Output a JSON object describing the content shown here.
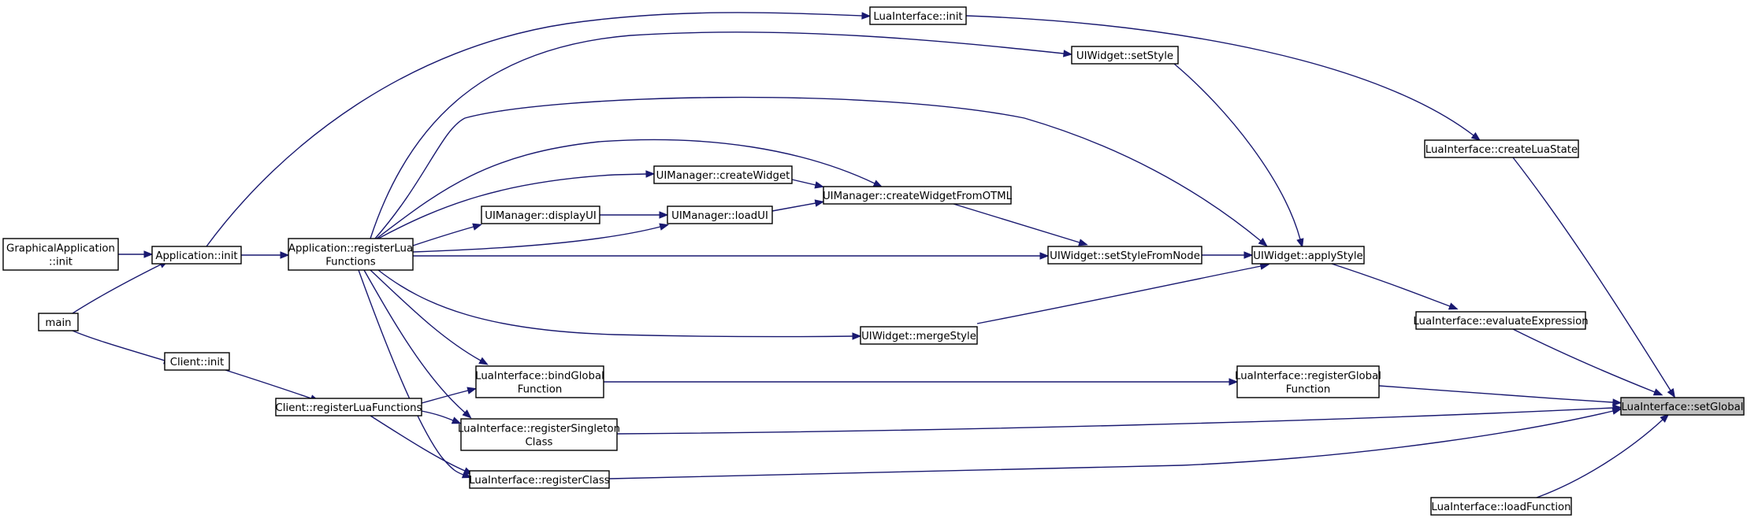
{
  "diagram": {
    "type": "call-graph",
    "edge_color": "#191970",
    "highlight_fill": "#bfbfbf",
    "nodes": [
      {
        "id": "graphical_application_init",
        "lines": [
          "GraphicalApplication",
          "::init"
        ]
      },
      {
        "id": "main",
        "lines": [
          "main"
        ]
      },
      {
        "id": "application_init",
        "lines": [
          "Application::init"
        ]
      },
      {
        "id": "client_init",
        "lines": [
          "Client::init"
        ]
      },
      {
        "id": "application_register_lua_functions",
        "lines": [
          "Application::registerLua",
          "Functions"
        ]
      },
      {
        "id": "client_register_lua_functions",
        "lines": [
          "Client::registerLuaFunctions"
        ]
      },
      {
        "id": "lua_interface_init",
        "lines": [
          "LuaInterface::init"
        ]
      },
      {
        "id": "uiwidget_set_style",
        "lines": [
          "UIWidget::setStyle"
        ]
      },
      {
        "id": "uimanager_create_widget",
        "lines": [
          "UIManager::createWidget"
        ]
      },
      {
        "id": "uimanager_display_ui",
        "lines": [
          "UIManager::displayUI"
        ]
      },
      {
        "id": "uimanager_load_ui",
        "lines": [
          "UIManager::loadUI"
        ]
      },
      {
        "id": "uimanager_create_widget_from_otml",
        "lines": [
          "UIManager::createWidgetFromOTML"
        ]
      },
      {
        "id": "uiwidget_set_style_from_node",
        "lines": [
          "UIWidget::setStyleFromNode"
        ]
      },
      {
        "id": "uiwidget_merge_style",
        "lines": [
          "UIWidget::mergeStyle"
        ]
      },
      {
        "id": "uiwidget_apply_style",
        "lines": [
          "UIWidget::applyStyle"
        ]
      },
      {
        "id": "lua_interface_bind_global_function",
        "lines": [
          "LuaInterface::bindGlobal",
          "Function"
        ]
      },
      {
        "id": "lua_interface_register_singleton_class",
        "lines": [
          "LuaInterface::registerSingleton",
          "Class"
        ]
      },
      {
        "id": "lua_interface_register_class",
        "lines": [
          "LuaInterface::registerClass"
        ]
      },
      {
        "id": "lua_interface_register_global_function",
        "lines": [
          "LuaInterface::registerGlobal",
          "Function"
        ]
      },
      {
        "id": "lua_interface_create_lua_state",
        "lines": [
          "LuaInterface::createLuaState"
        ]
      },
      {
        "id": "lua_interface_evaluate_expression",
        "lines": [
          "LuaInterface::evaluateExpression"
        ]
      },
      {
        "id": "lua_interface_load_function",
        "lines": [
          "LuaInterface::loadFunction"
        ]
      },
      {
        "id": "lua_interface_set_global",
        "lines": [
          "LuaInterface::setGlobal"
        ],
        "highlighted": true
      }
    ],
    "edges": [
      {
        "from": "graphical_application_init",
        "to": "application_init"
      },
      {
        "from": "main",
        "to": "application_init"
      },
      {
        "from": "main",
        "to": "client_init"
      },
      {
        "from": "application_init",
        "to": "application_register_lua_functions"
      },
      {
        "from": "application_init",
        "to": "lua_interface_init"
      },
      {
        "from": "client_init",
        "to": "client_register_lua_functions"
      },
      {
        "from": "application_register_lua_functions",
        "to": "uiwidget_set_style"
      },
      {
        "from": "application_register_lua_functions",
        "to": "uiwidget_apply_style"
      },
      {
        "from": "application_register_lua_functions",
        "to": "uimanager_create_widget_from_otml"
      },
      {
        "from": "application_register_lua_functions",
        "to": "uimanager_create_widget"
      },
      {
        "from": "application_register_lua_functions",
        "to": "uimanager_display_ui"
      },
      {
        "from": "application_register_lua_functions",
        "to": "uimanager_load_ui"
      },
      {
        "from": "application_register_lua_functions",
        "to": "uiwidget_set_style_from_node"
      },
      {
        "from": "application_register_lua_functions",
        "to": "uiwidget_merge_style"
      },
      {
        "from": "application_register_lua_functions",
        "to": "lua_interface_bind_global_function"
      },
      {
        "from": "application_register_lua_functions",
        "to": "lua_interface_register_singleton_class"
      },
      {
        "from": "application_register_lua_functions",
        "to": "lua_interface_register_class"
      },
      {
        "from": "client_register_lua_functions",
        "to": "lua_interface_bind_global_function"
      },
      {
        "from": "client_register_lua_functions",
        "to": "lua_interface_register_singleton_class"
      },
      {
        "from": "client_register_lua_functions",
        "to": "lua_interface_register_class"
      },
      {
        "from": "uimanager_create_widget",
        "to": "uimanager_create_widget_from_otml"
      },
      {
        "from": "uimanager_display_ui",
        "to": "uimanager_load_ui"
      },
      {
        "from": "uimanager_load_ui",
        "to": "uimanager_create_widget_from_otml"
      },
      {
        "from": "uimanager_create_widget_from_otml",
        "to": "uiwidget_set_style_from_node"
      },
      {
        "from": "uiwidget_set_style",
        "to": "uiwidget_apply_style"
      },
      {
        "from": "uiwidget_set_style_from_node",
        "to": "uiwidget_apply_style"
      },
      {
        "from": "uiwidget_merge_style",
        "to": "uiwidget_apply_style"
      },
      {
        "from": "lua_interface_init",
        "to": "lua_interface_create_lua_state"
      },
      {
        "from": "lua_interface_bind_global_function",
        "to": "lua_interface_register_global_function"
      },
      {
        "from": "uiwidget_apply_style",
        "to": "lua_interface_evaluate_expression"
      },
      {
        "from": "lua_interface_create_lua_state",
        "to": "lua_interface_set_global"
      },
      {
        "from": "lua_interface_evaluate_expression",
        "to": "lua_interface_set_global"
      },
      {
        "from": "lua_interface_register_global_function",
        "to": "lua_interface_set_global"
      },
      {
        "from": "lua_interface_register_singleton_class",
        "to": "lua_interface_set_global"
      },
      {
        "from": "lua_interface_register_class",
        "to": "lua_interface_set_global"
      },
      {
        "from": "lua_interface_load_function",
        "to": "lua_interface_set_global"
      }
    ]
  }
}
